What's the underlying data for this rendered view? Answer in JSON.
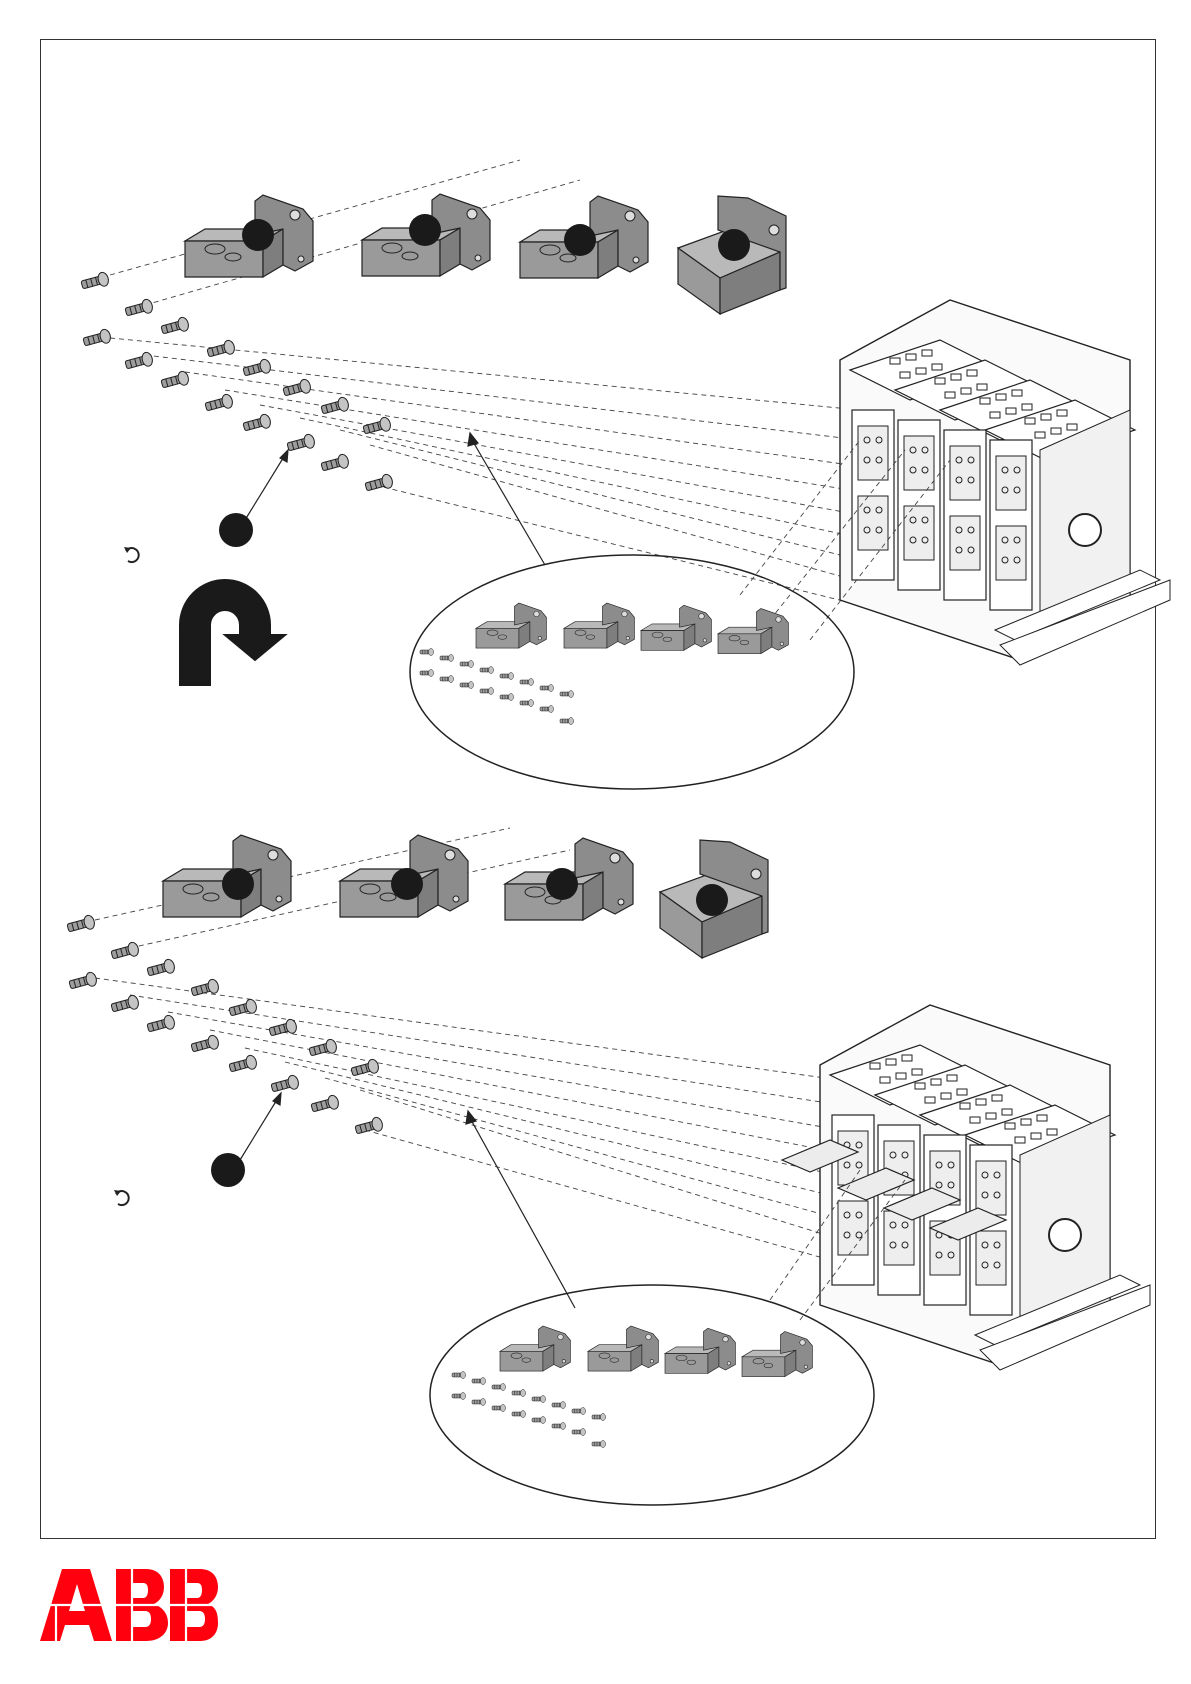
{
  "document": {
    "type": "installation-instruction-sheet",
    "brand": {
      "logo_text": "ABB",
      "color": "#ff000f"
    },
    "steps": [
      {
        "id": "step-1",
        "callout_marker": "filled-black-circle",
        "tool_icon": "tighten-rotation-icon",
        "parts": {
          "terminal_blocks": 4,
          "screws": 16
        },
        "detail_view": "ellipse-zoom"
      },
      {
        "id": "step-2",
        "callout_marker": "filled-black-circle",
        "tool_icon": "tighten-rotation-icon",
        "parts": {
          "terminal_blocks": 4,
          "screws": 16
        },
        "detail_view": "ellipse-zoom"
      }
    ],
    "turn_over_icon": "u-turn-arrow-icon",
    "colors": {
      "part_fill": "#9a9a9a",
      "part_dark": "#6f6f6f",
      "line": "#222222",
      "marker": "#1a1a1a"
    }
  }
}
